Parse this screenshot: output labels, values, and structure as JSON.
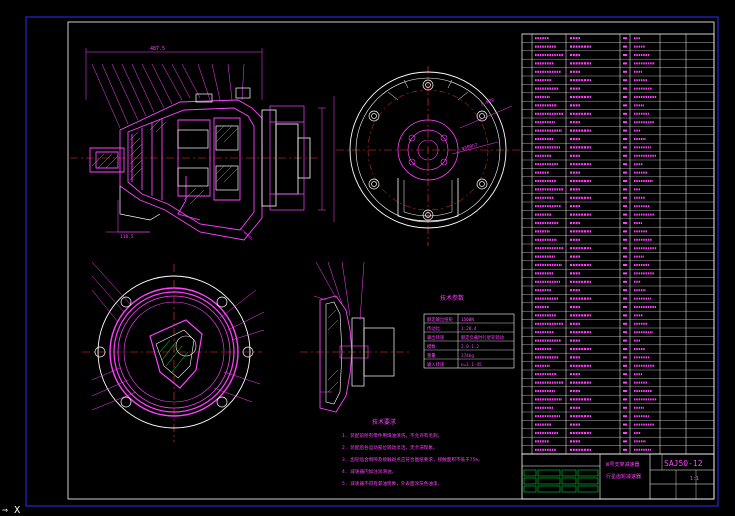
{
  "drawing": {
    "number": "SAJ50-12",
    "title_text": "Ⅲ号支架减速器",
    "subtitle_text": "行星齿轮减速器",
    "scale_text": "1:1"
  },
  "colors": {
    "background": "#000000",
    "frame": "#2b2bff",
    "outline": "#ffffff",
    "part_lines": "#ff40ff",
    "dimension": "#ff40ff",
    "centerline": "#ff3030",
    "hatch": "#00ff40",
    "text": "#ff40ff"
  },
  "parameters_table": {
    "title": "技术参数",
    "rows": [
      [
        "额定输出扭矩",
        "1500N"
      ],
      [
        "传动比",
        "1:28.4"
      ],
      [
        "输出转速",
        "额定负载时行星轮转动"
      ],
      [
        "模数",
        "2.0-1.2"
      ],
      [
        "重量",
        "374kg"
      ],
      [
        "输入转速",
        "n=3.1-45"
      ]
    ]
  },
  "notes": {
    "title": "技术要求",
    "lines": [
      "1. 装配前所有零件用煤油清洗，不允许有毛刺。",
      "2. 装配后各运动部位转动灵活，无卡滞现象。",
      "3. 齿轮啮合侧隙及接触斑点应符合图纸要求，接触面积不低于75%。",
      "4. 减速器内加注润滑油。",
      "5. 减速器不得有漏油现象，外表面涂灰色油漆。"
    ]
  },
  "ucs_label": "X"
}
